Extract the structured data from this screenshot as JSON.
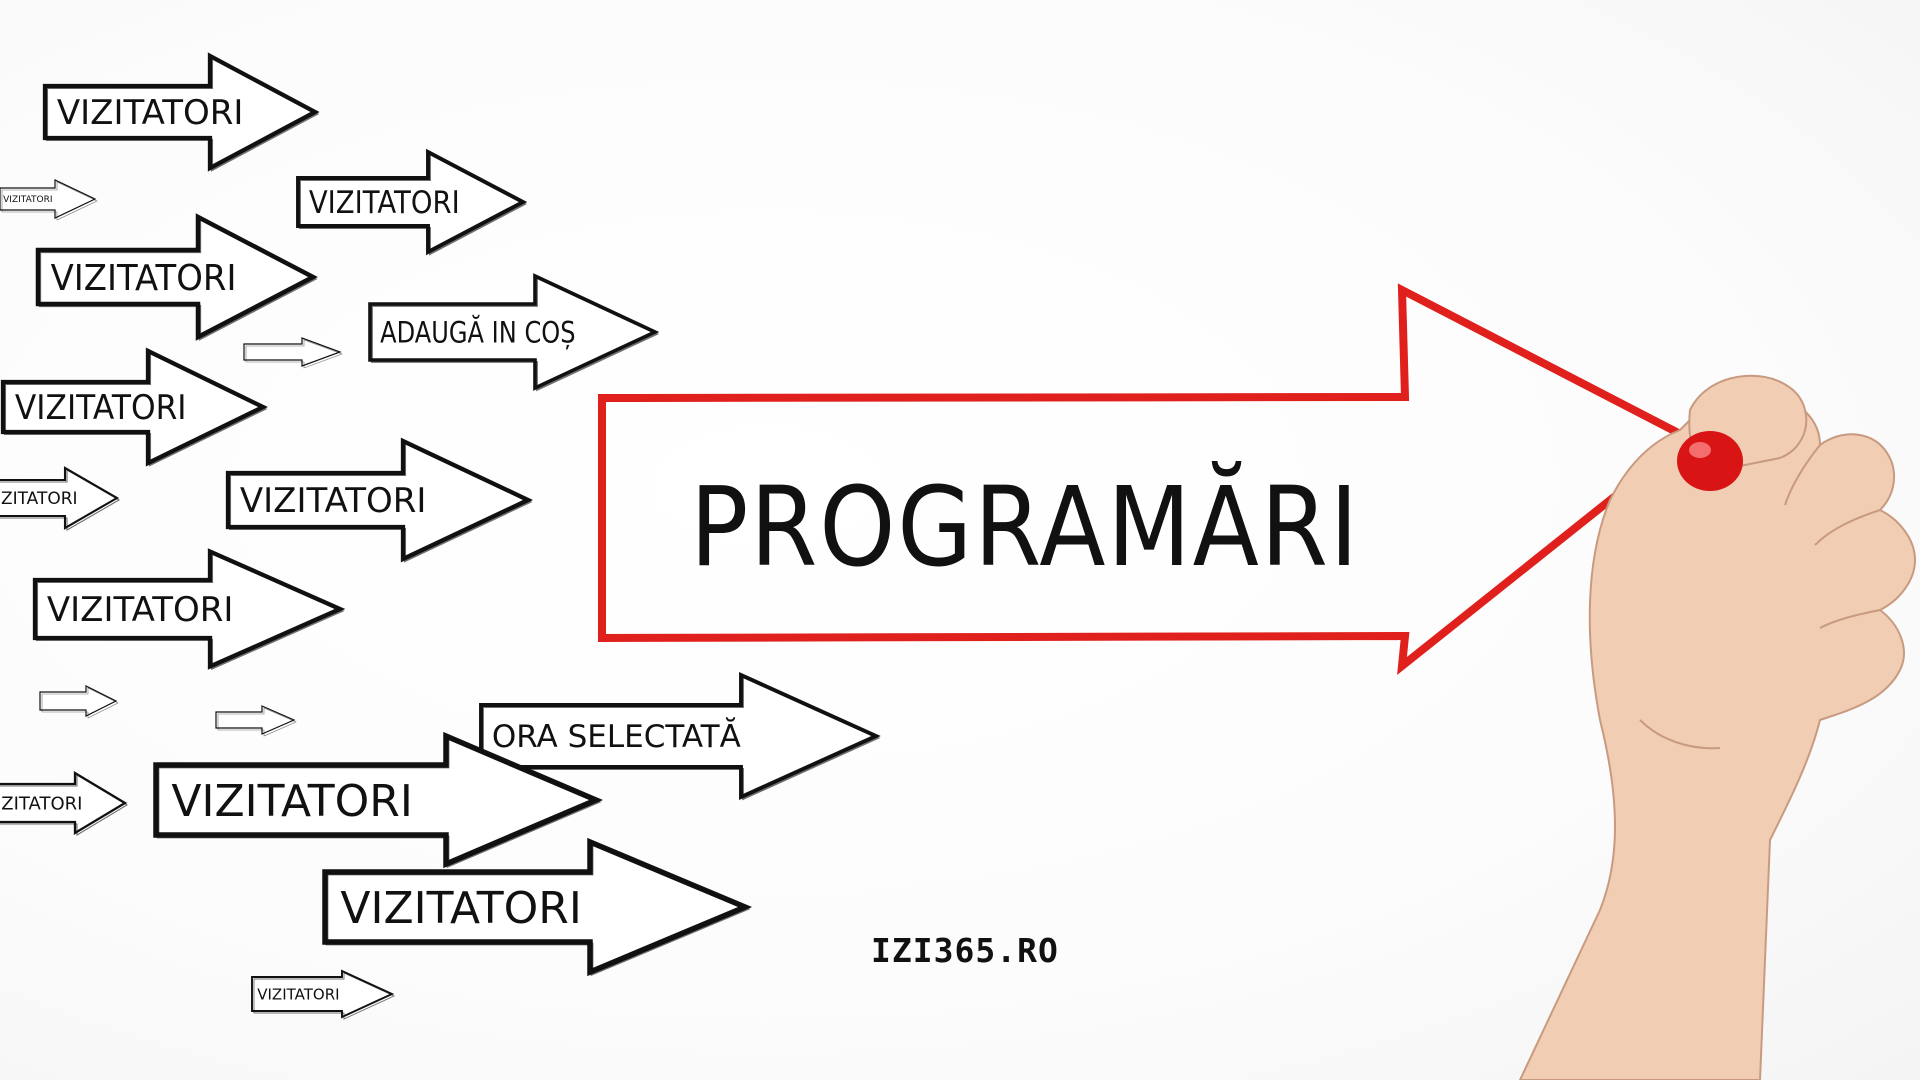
{
  "scene": {
    "main_arrow_label": "PROGRAMĂRI",
    "main_arrow_color": "#e0201c",
    "arrow_outline_color": "#111111",
    "marker_color": "#d81414",
    "skin_color": "#f1cdb4",
    "watermark": "IZI365.RO",
    "arrows": [
      {
        "label": "VIZITATORI",
        "id": "a1"
      },
      {
        "label": "VIZITATORI",
        "id": "a2"
      },
      {
        "label": "VIZITATORI",
        "id": "a3"
      },
      {
        "label": "ADAUGĂ IN COȘ",
        "id": "a4"
      },
      {
        "label": "VIZITATORI",
        "id": "a5"
      },
      {
        "label": "VIZITATORI",
        "id": "a6"
      },
      {
        "label": "VIZITATORI",
        "id": "a7"
      },
      {
        "label": "ORA SELECTATĂ",
        "id": "a8"
      },
      {
        "label": "VIZITATORI",
        "id": "a9"
      },
      {
        "label": "VIZITATORI",
        "id": "a10"
      },
      {
        "label": "ZITATORI",
        "id": "a11"
      },
      {
        "label": "ZITATORI",
        "id": "a12"
      },
      {
        "label": "VIZITATORI",
        "id": "a13"
      },
      {
        "label": "VIZITATORI",
        "id": "a14"
      },
      {
        "label": "",
        "id": "a15"
      },
      {
        "label": "",
        "id": "a16"
      },
      {
        "label": "",
        "id": "a17"
      },
      {
        "label": "",
        "id": "a18"
      }
    ]
  }
}
